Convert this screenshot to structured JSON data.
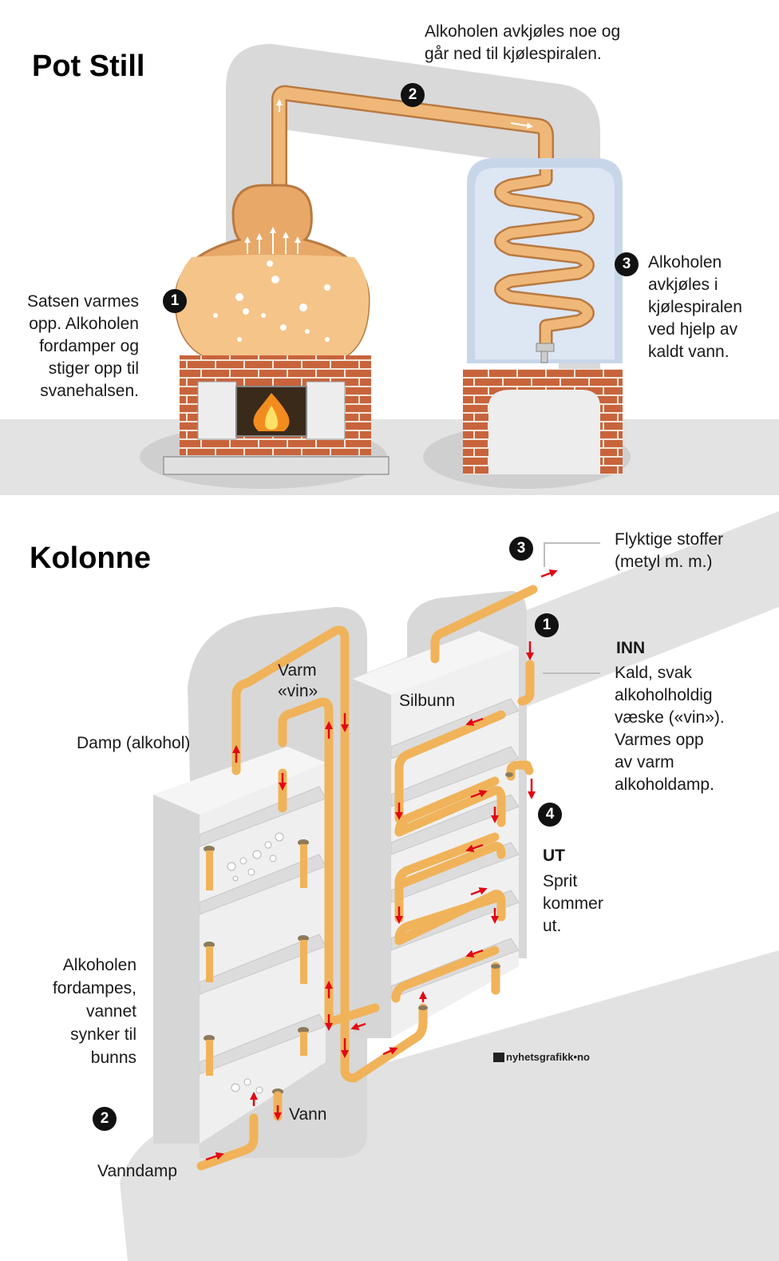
{
  "pot_still": {
    "title": "Pot Still",
    "step1": "Satsen varmes\nopp. Alkoholen\nfordamper og\nstiger opp til\nsvanehalsen.",
    "step2": "Alkoholen avkjøles noe og\ngår ned til kjølespiralen.",
    "step3": "Alkoholen\navkjøles i\nkjølespiralen\nved hjelp av\nkaldt vann.",
    "badges": [
      "1",
      "2",
      "3"
    ]
  },
  "kolonne": {
    "title": "Kolonne",
    "badges": [
      "1",
      "2",
      "3",
      "4"
    ],
    "step3": "Flyktige stoffer\n(metyl m. m.)",
    "inn_heading": "INN",
    "inn_text": "Kald, svak\nalkoholholdig\nvæske («vin»).\nVarmes opp\nav varm\nalkoholdamp.",
    "ut_heading": "UT",
    "ut_text": "Sprit\nkommer\nut.",
    "varm_vin": "Varm\n«vin»",
    "silbunn": "Silbunn",
    "damp": "Damp (alkohol)",
    "alkoholen": "Alkoholen\nfordampes,\nvannet\nsynker til\nbunns",
    "vann": "Vann",
    "vanndamp": "Vanndamp",
    "credit": "nyhetsgrafikk•no"
  },
  "colors": {
    "copper": "#E8A868",
    "copper_light": "#F5C489",
    "pipe": "#F0B35A",
    "brick": "#C8643C",
    "mortar": "#F2E6DA",
    "water": "#DDE6F3",
    "shadow": "#D9D9D9",
    "arrow": "#E30613",
    "column": "#E4E4E4"
  }
}
